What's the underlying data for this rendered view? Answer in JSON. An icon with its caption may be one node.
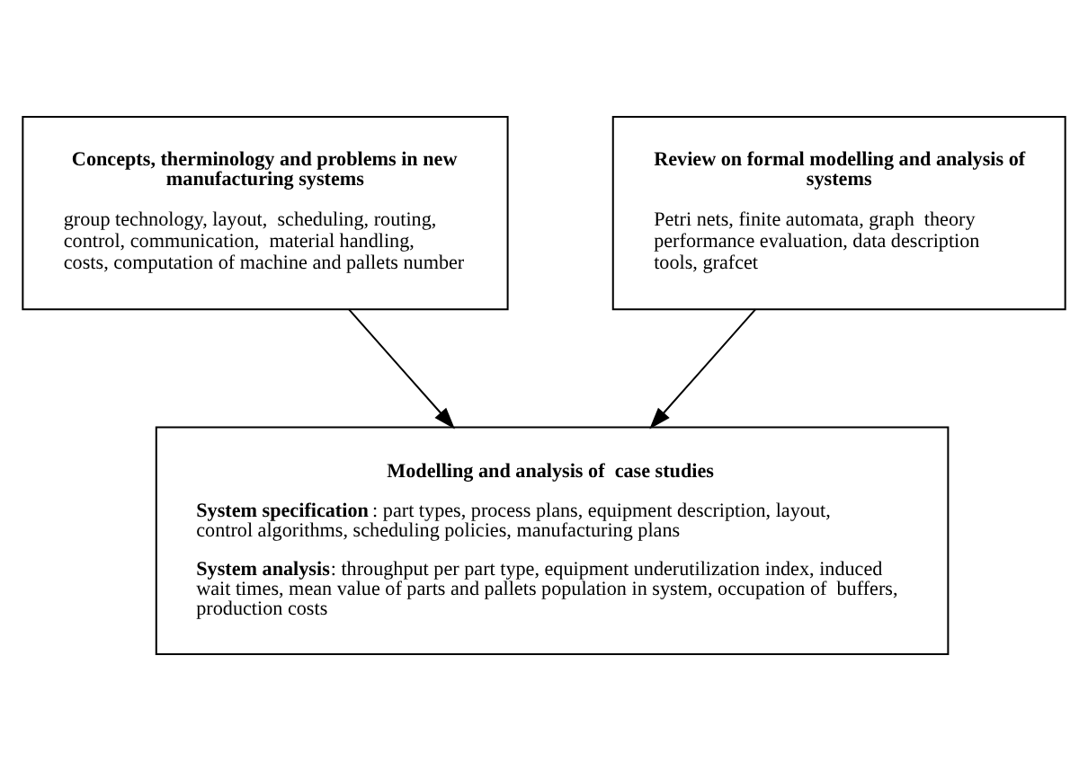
{
  "diagram": {
    "nodes": [
      {
        "text": [
          "Concepts, therminology and problems in new manufacturing systems",
          "group technology, layout,  scheduling, routing, control, communication,  material handling, costs, computation of machine and pallets number"
        ]
      },
      {
        "text": [
          "Review on formal modelling and analysis of systems",
          "Petri nets, finite automata, graph  theory performance evaluation, data description tools, grafcet"
        ]
      },
      {
        "text": [
          "Modelling and analysis of  case studies",
          "**System specification**: part types, process plans, equipment description, layout, control algorithms, scheduling policies, manufacturing plans",
          "**System analysis**: throughput per part type, equipment underutilization index, induced wait times, mean value of parts and pallets population in system, occupation of  buffers, production costs"
        ]
      }
    ],
    "edges": [
      {
        "from": 0,
        "to": 2,
        "arrow": "to"
      },
      {
        "from": 1,
        "to": 2,
        "arrow": "to"
      }
    ]
  }
}
